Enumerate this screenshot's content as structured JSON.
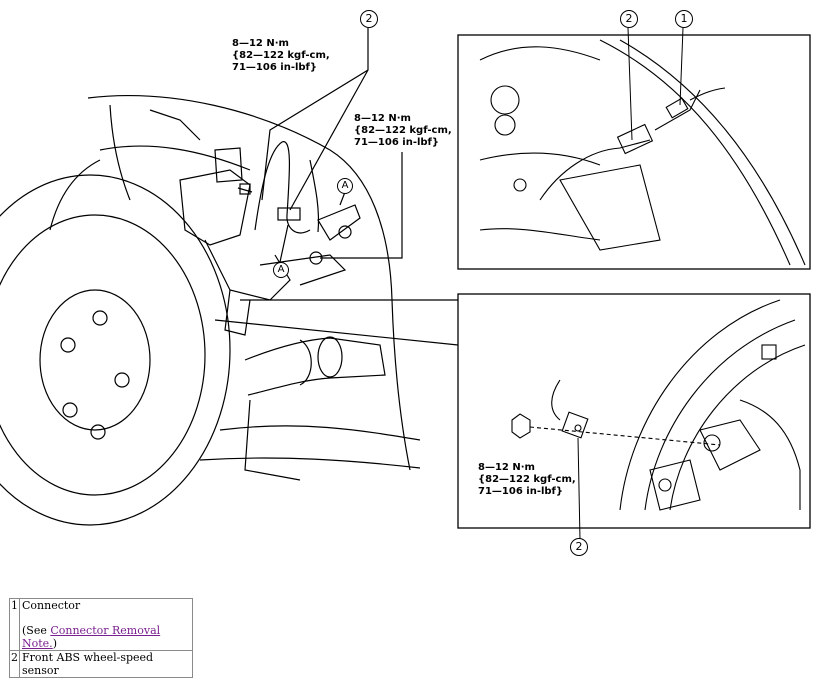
{
  "figure": {
    "callouts": {
      "top_left_2": "2",
      "inset_top_2": "2",
      "inset_top_1": "1",
      "inset_bottom_2": "2",
      "marker_a_upper": "A",
      "marker_a_lower": "A"
    },
    "torque_upper_left": {
      "line1": "8—12 N·m",
      "line2": "{82—122 kgf-cm,",
      "line3": "71—106 in-lbf}"
    },
    "torque_middle": {
      "line1": "8—12 N·m",
      "line2": "{82—122 kgf-cm,",
      "line3": "71—106 in-lbf}"
    },
    "torque_inset": {
      "line1": "8—12 N·m",
      "line2": "{82—122 kgf-cm,",
      "line3": "71—106 in-lbf}"
    }
  },
  "parts_table": {
    "rows": [
      {
        "num": "1",
        "name": "Connector",
        "note_prefix": "(See ",
        "note_link": "Connector Removal Note.",
        "note_suffix": ")"
      },
      {
        "num": "2",
        "name": "Front ABS wheel-speed sensor"
      }
    ],
    "link_color": "#7a1f8f"
  }
}
